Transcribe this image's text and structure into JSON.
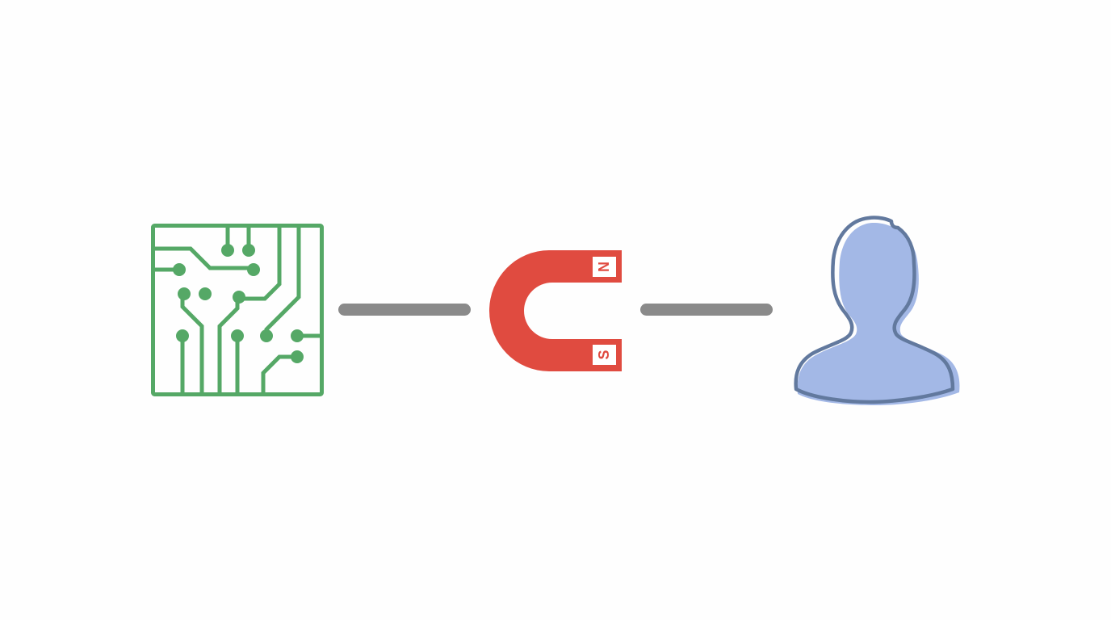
{
  "diagram": {
    "background": "#ffffff",
    "nodes": [
      {
        "id": "circuit",
        "icon": "circuit-board-icon",
        "color": "#55a866"
      },
      {
        "id": "magnet",
        "icon": "magnet-icon",
        "color": "#e04b40",
        "poles": {
          "north": "N",
          "south": "S"
        }
      },
      {
        "id": "user",
        "icon": "user-silhouette-icon",
        "fill_color": "#a3b8e6",
        "outline_color": "#62799e"
      }
    ],
    "connectors": [
      {
        "from": "circuit",
        "to": "magnet",
        "color": "#8a8a8a"
      },
      {
        "from": "magnet",
        "to": "user",
        "color": "#8a8a8a"
      }
    ]
  }
}
